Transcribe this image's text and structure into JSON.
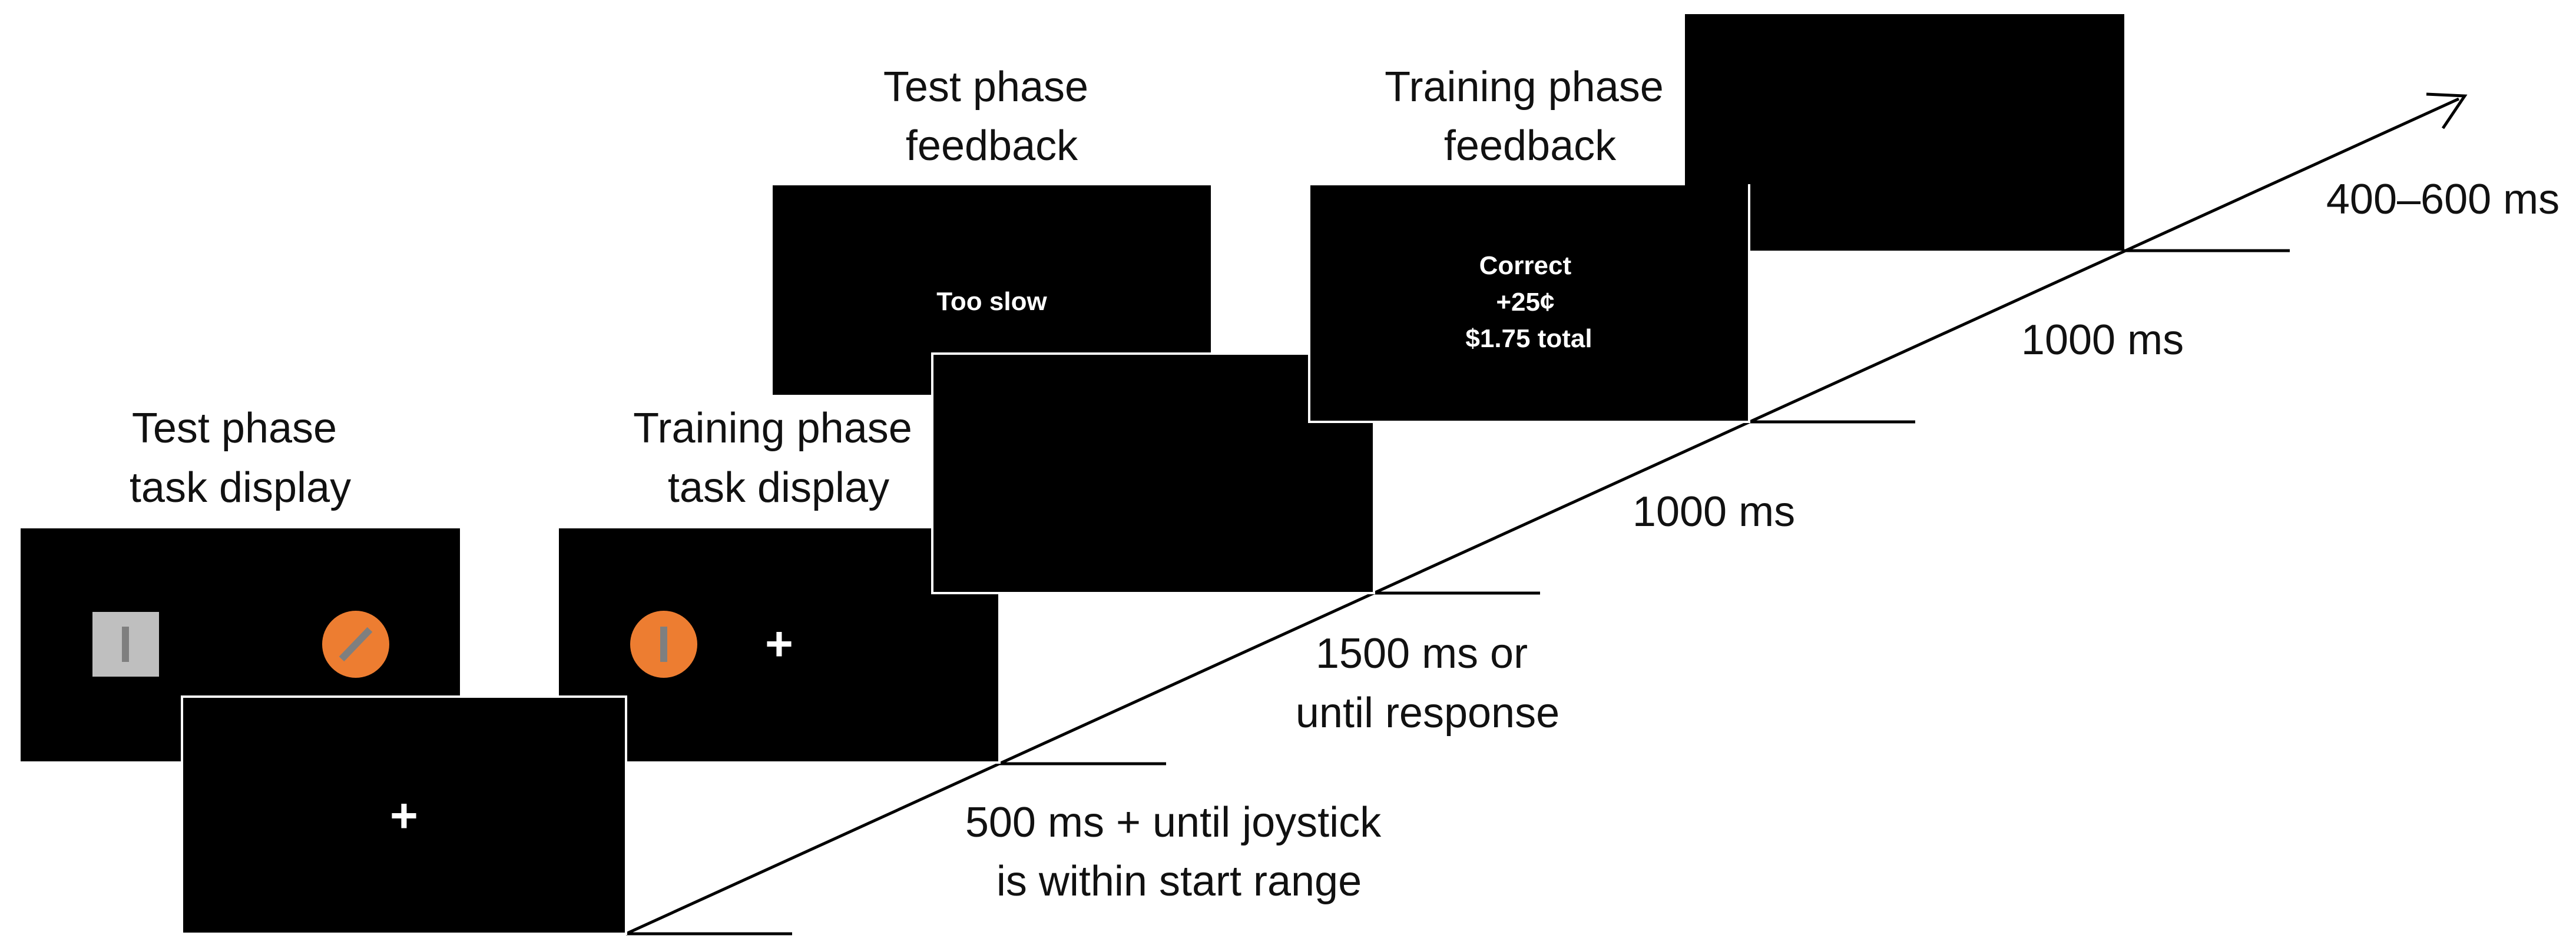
{
  "labels": {
    "test_task_display": [
      "Test phase",
      "task display"
    ],
    "training_task_display": [
      "Training phase",
      "task display"
    ],
    "test_feedback": [
      "Test phase",
      "feedback"
    ],
    "training_feedback": [
      "Training phase",
      "feedback"
    ]
  },
  "screens": {
    "fixation_symbol": "+",
    "training_fixation_symbol": "+",
    "too_slow_text": "Too slow",
    "feedback_lines": [
      "Correct",
      "+25¢",
      "$1.75 total"
    ]
  },
  "durations": {
    "fixation": [
      "500 ms + until joystick",
      "is within start range"
    ],
    "task": [
      "1500 ms or",
      "until response"
    ],
    "blank": [
      "1000 ms"
    ],
    "feedback": [
      "1000 ms"
    ],
    "iti": [
      "400–600 ms"
    ]
  },
  "colors": {
    "screen": "#000000",
    "stimulus_orange": "#ED7D31",
    "stimulus_gray_square": "#BFBFBF",
    "stimulus_line": "#7F7F7F",
    "text_white": "#ffffff"
  }
}
